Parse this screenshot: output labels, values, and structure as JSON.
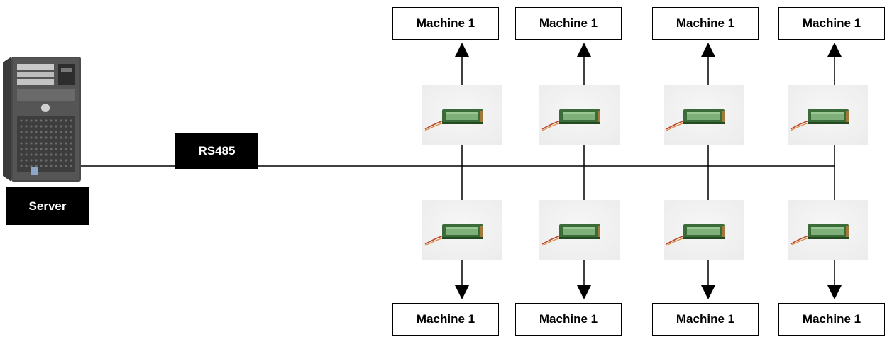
{
  "server": {
    "label": "Server",
    "icon": "server-tower-icon"
  },
  "bus": {
    "label": "RS485"
  },
  "top_machines": [
    {
      "label": "Machine 1"
    },
    {
      "label": "Machine 1"
    },
    {
      "label": "Machine 1"
    },
    {
      "label": "Machine 1"
    }
  ],
  "bottom_machines": [
    {
      "label": "Machine 1"
    },
    {
      "label": "Machine 1"
    },
    {
      "label": "Machine 1"
    },
    {
      "label": "Machine 1"
    }
  ],
  "nodes": {
    "icon": "lcd-terminal-icon",
    "top_row_count": 4,
    "bottom_row_count": 4
  },
  "colors": {
    "line": "#000000",
    "label_bg": "#000000",
    "label_text": "#ffffff",
    "photo_bg": "#ececec",
    "lcd_board": "#3c6b3a"
  }
}
